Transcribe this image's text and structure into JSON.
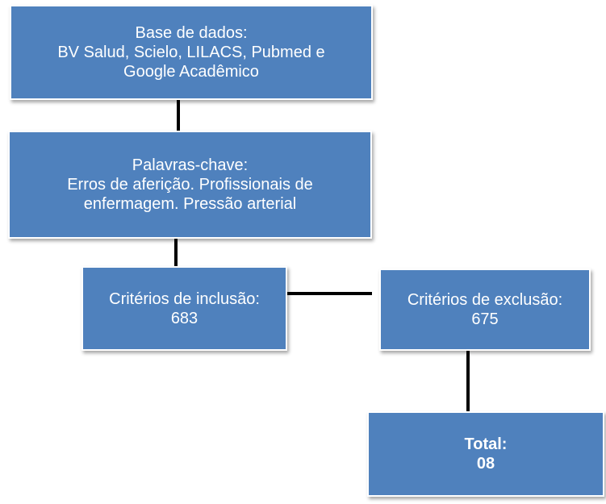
{
  "nodes": {
    "database": {
      "lines": [
        "Base de dados:",
        "BV Salud, Scielo, LILACS, Pubmed e",
        "Google Acadêmico"
      ]
    },
    "keywords": {
      "lines": [
        "Palavras-chave:",
        "Erros de aferição. Profissionais de",
        "enfermagem. Pressão arterial"
      ]
    },
    "inclusion": {
      "lines": [
        "Critérios de inclusão:",
        "683"
      ]
    },
    "exclusion": {
      "lines": [
        "Critérios de exclusão:",
        "675"
      ]
    },
    "total": {
      "lines": [
        "Total:",
        "08"
      ]
    }
  },
  "colors": {
    "box_fill": "#4f81bd",
    "box_text": "#ffffff",
    "connector": "#000000"
  }
}
